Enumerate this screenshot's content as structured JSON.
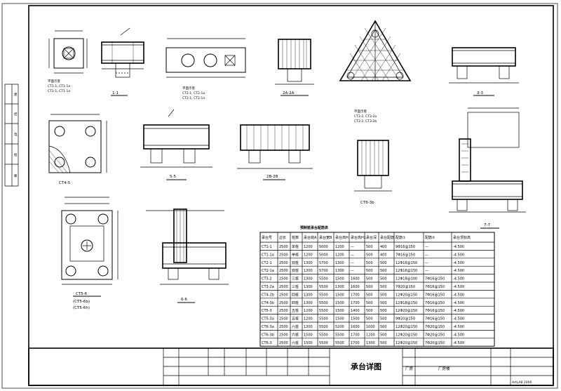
{
  "drawing": {
    "title": "承台详图",
    "project_label": "厂房",
    "project_value": "厂房楼",
    "footer_right": "ArtLAB 2000",
    "side_marks": [
      "建",
      "结",
      "电",
      "给",
      "暖"
    ]
  },
  "sections": {
    "s1": "1-1",
    "s2a": "2A-2A",
    "s3": "3-3",
    "s4": "CT4-5",
    "s5": "5-5",
    "s2b": "2B-2B",
    "s6b": "CT6-3b",
    "s7": "7-7",
    "s6": "CT5-6",
    "s6b2": "(CT5-6b)",
    "s6h": "(CT5-6h)",
    "s66": "6-6"
  },
  "table": {
    "title": "预制桩承台配筋表",
    "headers": [
      "承台号",
      "边长",
      "桩数",
      "承台底A",
      "承台宽B",
      "承台高H",
      "承台高H1",
      "承台深",
      "承台配筋",
      "配筋①",
      "配筋②",
      "承台顶标高"
    ],
    "rows": [
      [
        "CT1-1",
        "2500",
        "单桩",
        "1200",
        "5000",
        "1200",
        "—",
        "500",
        "400",
        "9Φ16@150",
        "—",
        "-4.500"
      ],
      [
        "CT1-1a",
        "2500",
        "单桩",
        "1200",
        "5000",
        "1200",
        "—",
        "500",
        "400",
        "7Φ16@150",
        "—",
        "-4.500"
      ],
      [
        "CT2-1",
        "2500",
        "双桩",
        "1300",
        "5700",
        "1300",
        "—",
        "500",
        "500",
        "12Φ16@150",
        "—",
        "-4.500"
      ],
      [
        "CT2-1a",
        "2500",
        "双桩",
        "1300",
        "5700",
        "1300",
        "—",
        "500",
        "500",
        "12Φ16@150",
        "—",
        "-4.500"
      ],
      [
        "CT3-2",
        "2500",
        "三桩",
        "1300",
        "5500",
        "1500",
        "1600",
        "500",
        "500",
        "12Φ18@100",
        "7Φ16@150",
        "-4.500"
      ],
      [
        "CT3-2a",
        "2500",
        "三桩",
        "1300",
        "5500",
        "1300",
        "1600",
        "500",
        "500",
        "7Φ20@150",
        "7Φ16@150",
        "-4.500"
      ],
      [
        "CT4-2b",
        "2500",
        "四桩",
        "1300",
        "5500",
        "1500",
        "1700",
        "500",
        "500",
        "12Φ20@150",
        "7Φ16@150",
        "-4.500"
      ],
      [
        "CT4-3b",
        "2500",
        "四桩",
        "1300",
        "5500",
        "1500",
        "1700",
        "500",
        "500",
        "12Φ18@150",
        "7Φ16@150",
        "-4.500"
      ],
      [
        "CT5-3",
        "2500",
        "五桩",
        "1200",
        "5500",
        "1500",
        "1400",
        "500",
        "500",
        "12Φ20@150",
        "7Φ16@150",
        "-4.500"
      ],
      [
        "CT5-3a",
        "2500",
        "五桩",
        "1200",
        "5500",
        "1500",
        "1500",
        "500",
        "500",
        "9Φ20@150",
        "7Φ16@150",
        "-4.500"
      ],
      [
        "CT6-3a",
        "2500",
        "六桩",
        "1300",
        "5500",
        "5200",
        "1600",
        "1000",
        "500",
        "12Φ20@150",
        "7Φ20@150",
        "-4.500"
      ],
      [
        "CT6-3b",
        "2500",
        "六桩",
        "1500",
        "5500",
        "5500",
        "1700",
        "1200",
        "500",
        "12Φ20@150",
        "7Φ20@150",
        "-4.500"
      ],
      [
        "CT6-3",
        "2500",
        "六桩",
        "1500",
        "5500",
        "5500",
        "1700",
        "1300",
        "500",
        "12Φ20@150",
        "7Φ20@150",
        "-4.500"
      ]
    ]
  }
}
